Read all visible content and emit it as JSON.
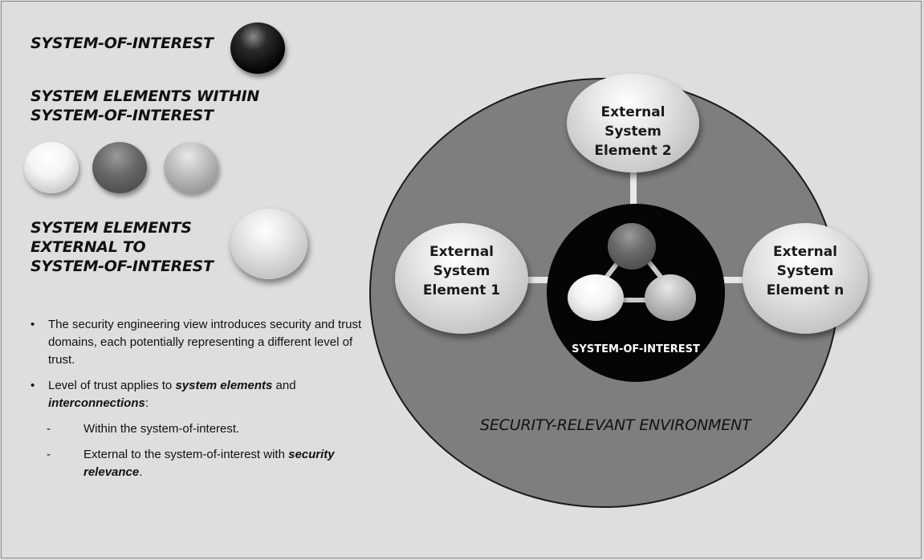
{
  "legend": {
    "system_of_interest": "SYSTEM-OF-INTEREST",
    "elements_within_line1": "SYSTEM ELEMENTS WITHIN",
    "elements_within_line2": "SYSTEM-OF-INTEREST",
    "elements_external_line1": "SYSTEM ELEMENTS",
    "elements_external_line2": "EXTERNAL TO",
    "elements_external_line3": "SYSTEM-OF-INTEREST"
  },
  "bullets": {
    "b1": "The security engineering view introduces security and trust domains, each potentially representing a different level of trust.",
    "b2_pre": "Level of trust applies to ",
    "b2_em1": "system elements",
    "b2_mid": " and ",
    "b2_em2": "interconnections",
    "b2_post": ":",
    "sub1": "Within the system-of-interest.",
    "sub2_pre": "External to the system-of-interest with ",
    "sub2_em": "security relevance",
    "sub2_post": ".",
    "bullet_symbol": "•",
    "dash_symbol": "-"
  },
  "diagram": {
    "environment_label": "SECURITY-RELEVANT ENVIRONMENT",
    "soi_label": "SYSTEM-OF-INTEREST",
    "ext1": [
      "External",
      "System",
      "Element 1"
    ],
    "ext2": [
      "External",
      "System",
      "Element 2"
    ],
    "extn": [
      "External",
      "System",
      "Element n"
    ]
  }
}
